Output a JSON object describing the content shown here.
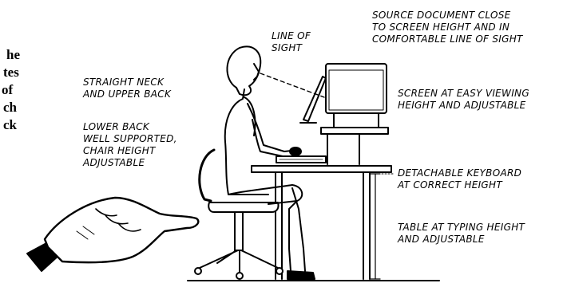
{
  "cut_off_text": [
    "he",
    "tes",
    " of",
    "ch",
    "ck"
  ],
  "labels": {
    "source_document": [
      "SOURCE DOCUMENT CLOSE",
      "TO SCREEN HEIGHT AND IN",
      "COMFORTABLE LINE OF SIGHT"
    ],
    "line_of_sight": [
      "LINE OF",
      "SIGHT"
    ],
    "straight_neck": [
      "STRAIGHT NECK",
      "AND UPPER BACK"
    ],
    "screen": [
      "SCREEN AT EASY VIEWING",
      "HEIGHT AND ADJUSTABLE"
    ],
    "lower_back": [
      "LOWER BACK",
      "WELL SUPPORTED,",
      "CHAIR HEIGHT",
      "ADJUSTABLE"
    ],
    "keyboard": [
      "DETACHABLE KEYBOARD",
      "AT CORRECT HEIGHT"
    ],
    "table": [
      "TABLE AT TYPING HEIGHT",
      "AND ADJUSTABLE"
    ]
  }
}
